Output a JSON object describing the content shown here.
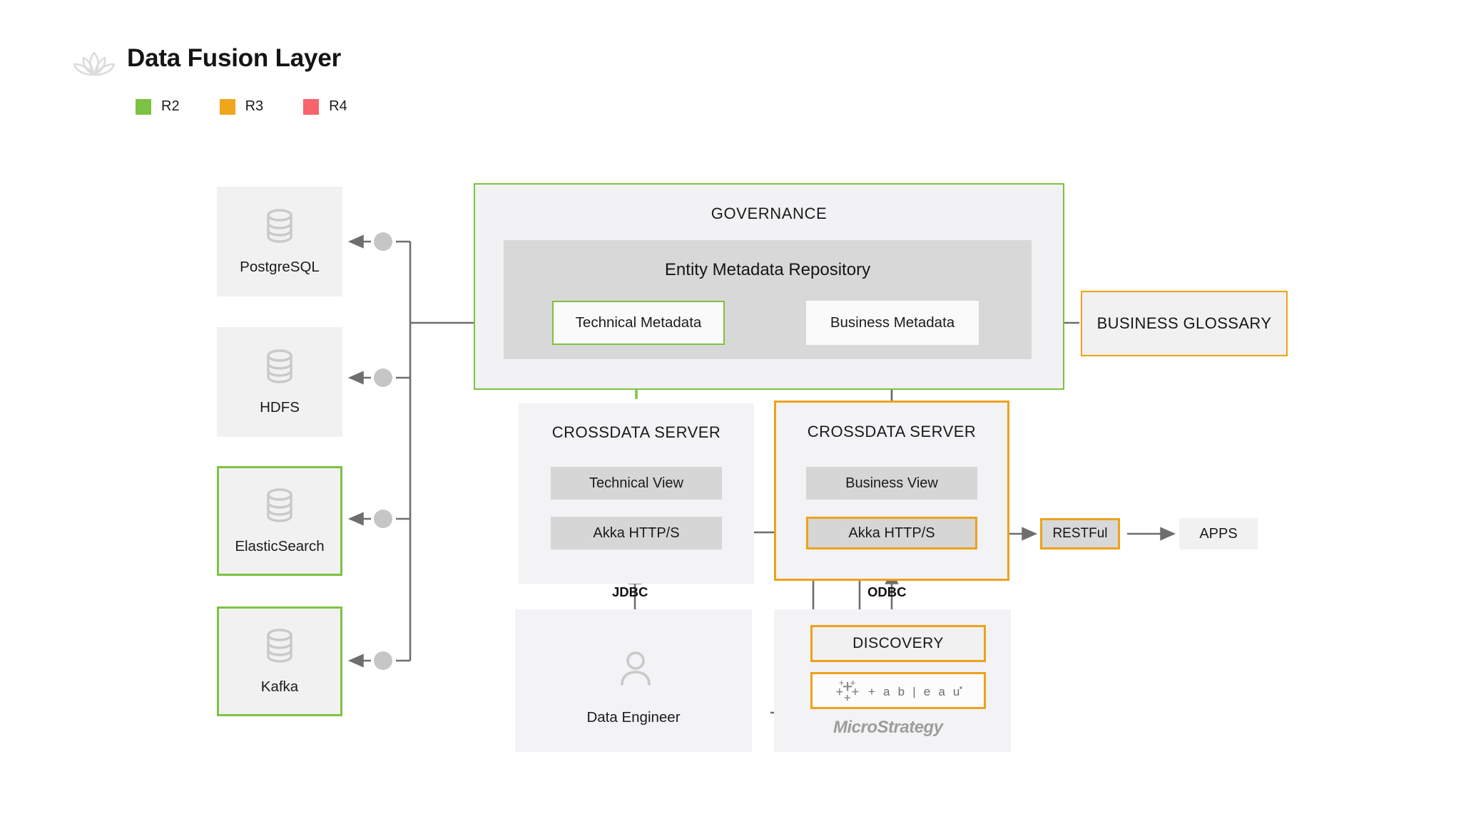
{
  "header": {
    "logo_icon": "lotus-icon",
    "title": "Data Fusion Layer",
    "legend": [
      {
        "label": "R2",
        "color": "#7dc242"
      },
      {
        "label": "R3",
        "color": "#efa51c"
      },
      {
        "label": "R4",
        "color": "#f9636b"
      }
    ]
  },
  "sources": [
    {
      "label": "PostgreSQL",
      "icon": "database-icon",
      "highlight": "none"
    },
    {
      "label": "HDFS",
      "icon": "database-icon",
      "highlight": "none"
    },
    {
      "label": "ElasticSearch",
      "icon": "database-icon",
      "highlight": "R2"
    },
    {
      "label": "Kafka",
      "icon": "database-icon",
      "highlight": "R2"
    }
  ],
  "governance": {
    "title": "GOVERNANCE",
    "repository_title": "Entity Metadata Repository",
    "technical_metadata": "Technical Metadata",
    "business_metadata": "Business Metadata"
  },
  "glossary": {
    "label": "BUSINESS GLOSSARY"
  },
  "servers": {
    "left": {
      "title": "CROSSDATA SERVER",
      "view": "Technical View",
      "http": "Akka HTTP/S",
      "protocol": "JDBC"
    },
    "right": {
      "title": "CROSSDATA SERVER",
      "view": "Business View",
      "http": "Akka HTTP/S",
      "protocol": "ODBC"
    }
  },
  "consumers": {
    "data_engineer": {
      "label": "Data Engineer",
      "icon": "user-icon"
    },
    "discovery": {
      "label": "DISCOVERY"
    },
    "tableau": {
      "label": "tableau",
      "icon": "tableau-icon"
    },
    "microstrategy": {
      "label": "MicroStrategy"
    }
  },
  "outputs": {
    "restful": "RESTFul",
    "apps": "APPS"
  },
  "colors": {
    "green": "#7dc242",
    "orange": "#eda21a",
    "red": "#f9636b",
    "wire": "#6e6e6e",
    "panel": "#f1f1f2",
    "panel_dark": "#d8d8d8"
  }
}
